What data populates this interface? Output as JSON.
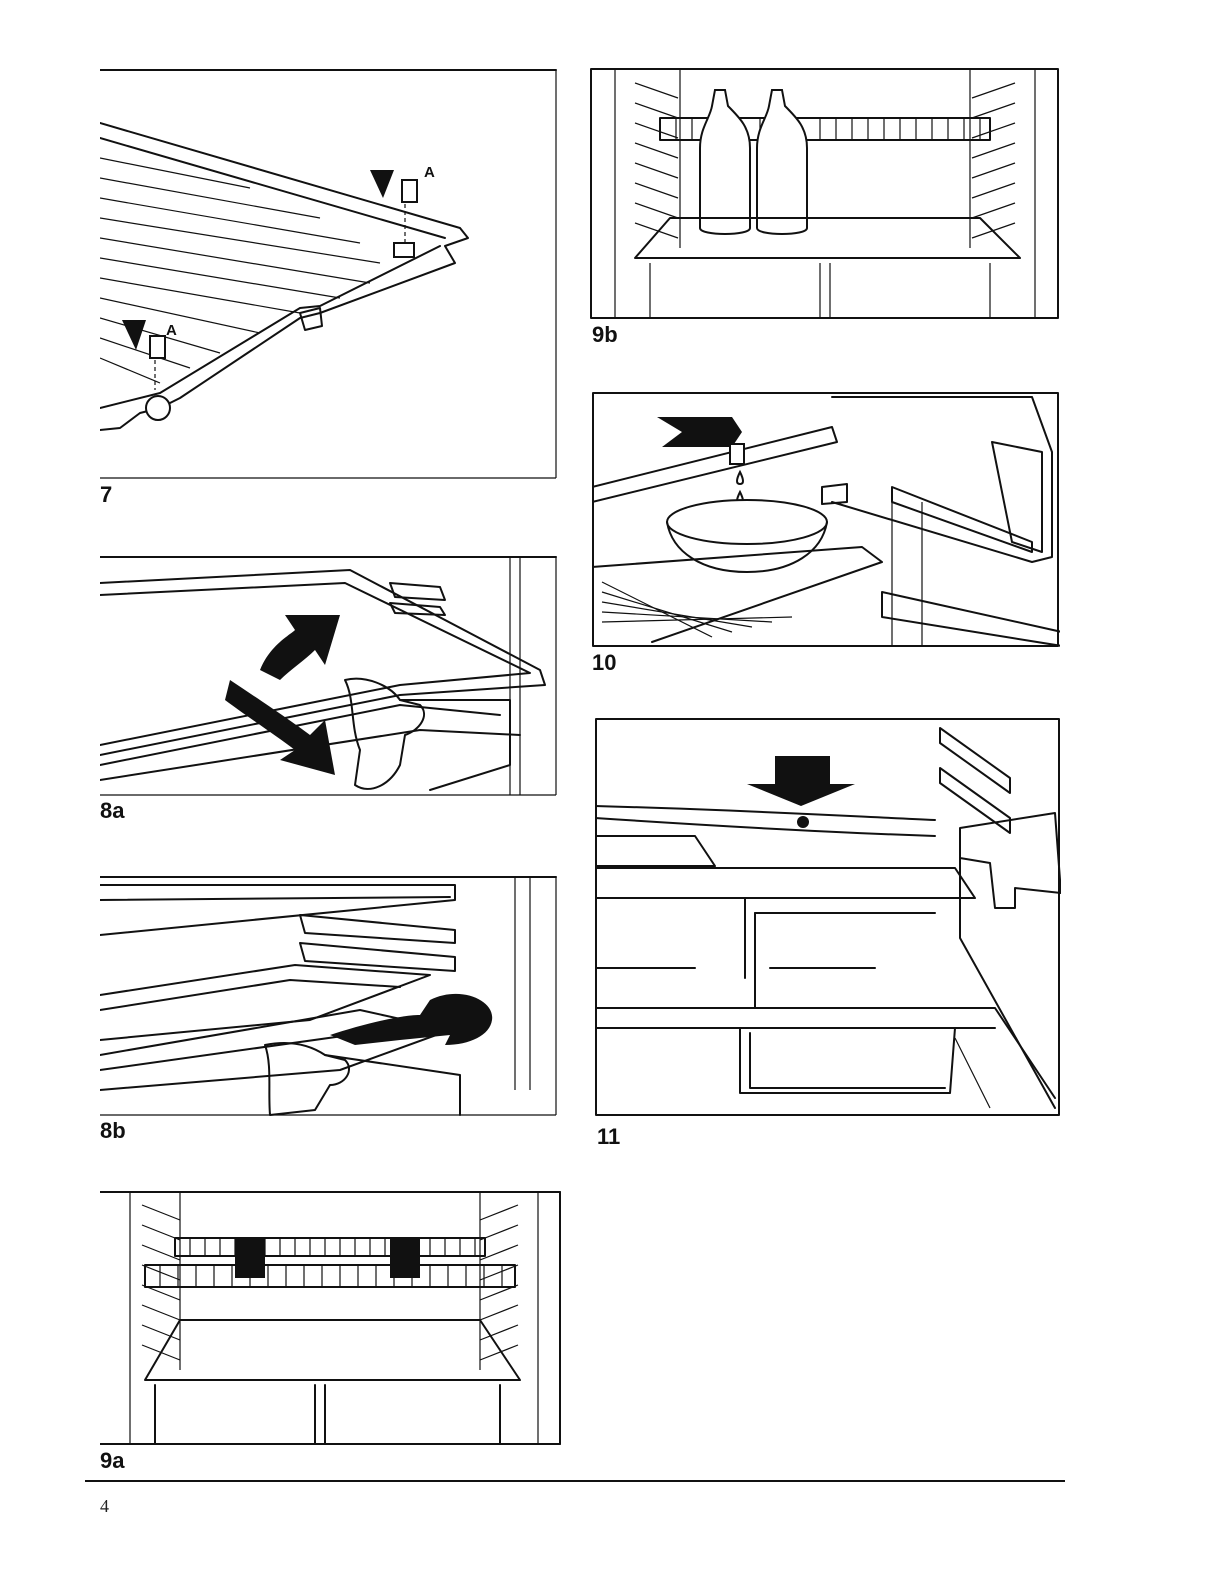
{
  "figures": [
    {
      "id": "fig-7",
      "label": "7"
    },
    {
      "id": "fig-8a",
      "label": "8a"
    },
    {
      "id": "fig-8b",
      "label": "8b"
    },
    {
      "id": "fig-9a",
      "label": "9a"
    },
    {
      "id": "fig-9b",
      "label": "9b"
    },
    {
      "id": "fig-10",
      "label": "10"
    },
    {
      "id": "fig-11",
      "label": "11"
    }
  ],
  "callouts": {
    "fig7_a": "A"
  },
  "page": {
    "number": "4"
  }
}
